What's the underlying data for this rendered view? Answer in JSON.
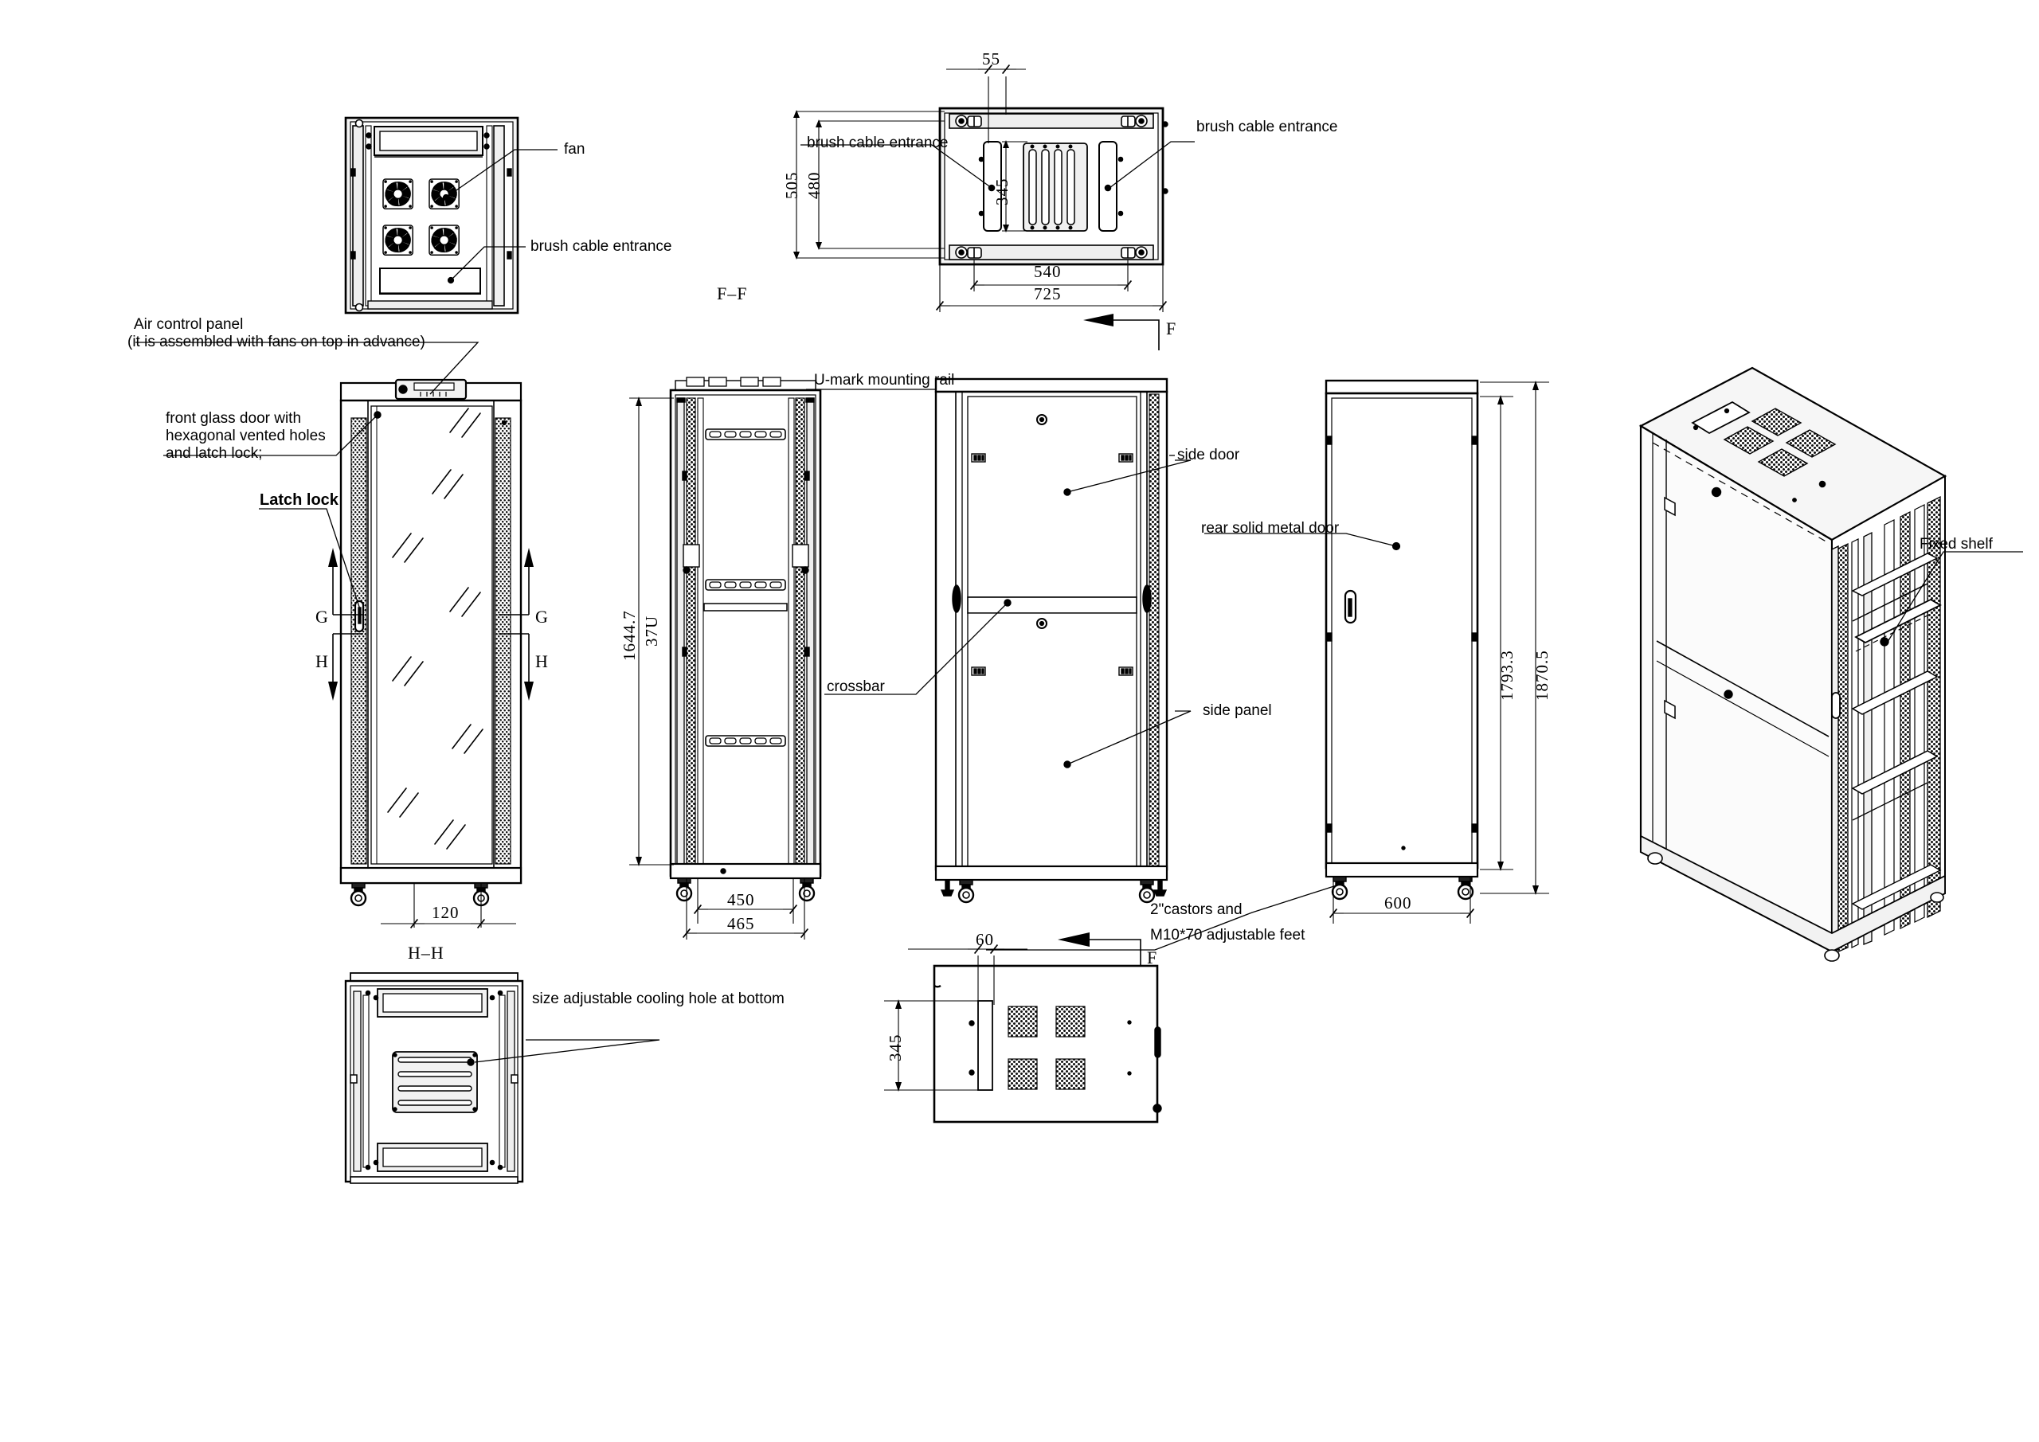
{
  "drawing": {
    "title": "Server rack cabinet assembly drawing",
    "units": "mm",
    "views": [
      {
        "id": "top-view-fans",
        "name": "Top view with fans",
        "position": "top-left"
      },
      {
        "id": "top-plan-view",
        "name": "Top plan view (F-F section)",
        "position": "top-center"
      },
      {
        "id": "front-view-glass-door",
        "name": "Front view with glass door",
        "position": "middle-left"
      },
      {
        "id": "front-frame-view",
        "name": "Front frame view",
        "position": "middle-center-left"
      },
      {
        "id": "side-view",
        "name": "Side view",
        "position": "middle-center-right"
      },
      {
        "id": "rear-view",
        "name": "Rear view with solid metal door",
        "position": "middle-right"
      },
      {
        "id": "isometric-view",
        "name": "Isometric 3D view",
        "position": "right"
      },
      {
        "id": "bottom-view-hh",
        "name": "H-H section bottom view",
        "position": "bottom-left"
      },
      {
        "id": "bottom-plan-view",
        "name": "Bottom plan view (F direction)",
        "position": "bottom-center"
      }
    ]
  },
  "labels": {
    "fan": "fan",
    "brush_cable_entrance": "brush cable entrance",
    "brush_cable_entrance_left": "brush cable entrance",
    "brush_cable_entrance_right": "brush cable entrance",
    "air_control_panel_line1": "Air control panel",
    "air_control_panel_line2": "(it is assembled with fans on top in advance)",
    "front_glass_door_line1": "front glass door with",
    "front_glass_door_line2": "hexagonal vented holes",
    "front_glass_door_line3": "and latch lock;",
    "latch_lock": "Latch lock",
    "u_mark_mounting_rail": "U-mark mounting rail",
    "crossbar": "crossbar",
    "side_door": "side door",
    "side_panel": "side panel",
    "rear_solid_metal_door": "rear solid metal  door",
    "castors_line1": "2\"castors and",
    "castors_line2": "M10*70 adjustable feet",
    "fixed_shelf": "Fixed shelf",
    "cooling_hole": "size adjustable cooling hole at bottom"
  },
  "section_marks": {
    "ff": "F–F",
    "hh": "H–H",
    "f_top": "F",
    "f_bottom": "F",
    "g_left": "G",
    "g_right": "G",
    "h_left": "H",
    "h_right": "H"
  },
  "dimensions": {
    "top_plan": {
      "d55": "55",
      "d505": "505",
      "d480": "480",
      "d345": "345",
      "d540": "540",
      "d725": "725"
    },
    "front_view": {
      "d120": "120"
    },
    "frame_view": {
      "d1644_7": "1644.7",
      "d37u": "37U",
      "d450": "450",
      "d465": "465"
    },
    "rear_view": {
      "d1793_3": "1793.3",
      "d1870_5": "1870.5",
      "d600": "600"
    },
    "bottom_plan": {
      "d60": "60",
      "d345": "345"
    }
  },
  "colors": {
    "line": "#000000",
    "fill_light": "#f2f2f2",
    "background": "#ffffff"
  }
}
